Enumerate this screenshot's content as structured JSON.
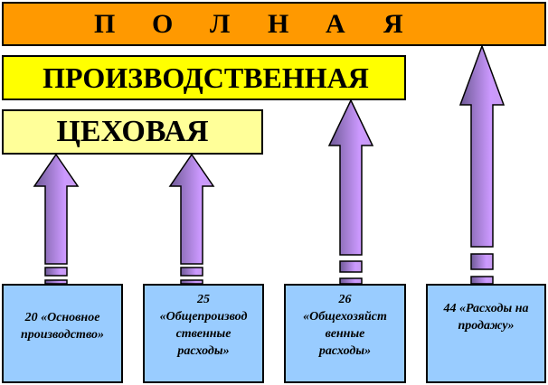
{
  "levels": {
    "full": [
      "П",
      "О",
      "Л",
      "Н",
      "А",
      "Я"
    ],
    "production": "ПРОИЗВОДСТВЕННАЯ",
    "shop": "ЦЕХОВАЯ"
  },
  "accounts": [
    {
      "lines": [
        "20 «Основное",
        "производство»"
      ]
    },
    {
      "lines": [
        "25",
        "«Общепроизвод",
        "ственные",
        "расходы»"
      ]
    },
    {
      "lines": [
        "26",
        "«Общехозяйст",
        "венные",
        "расходы»"
      ]
    },
    {
      "lines": [
        "44 «Расходы на",
        "продажу»"
      ]
    }
  ],
  "colors": {
    "full": "#ff9900",
    "production": "#ffff00",
    "shop": "#ffff99",
    "account": "#99ccff",
    "arrow_dark": "#6e5a96",
    "arrow_light": "#cc99ff"
  }
}
